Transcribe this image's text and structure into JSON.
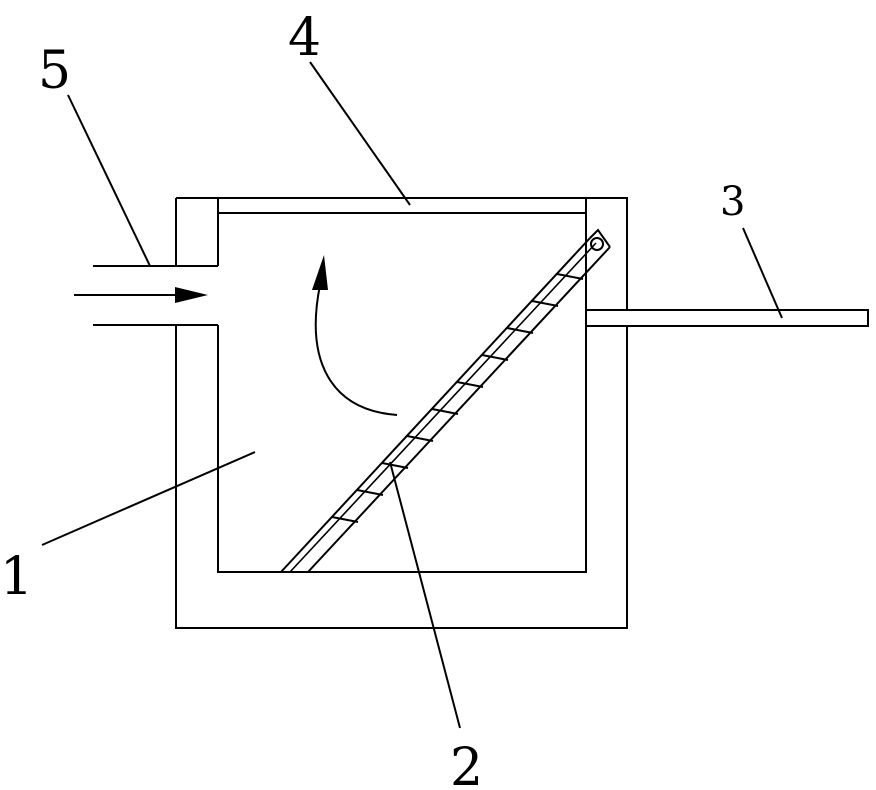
{
  "labels": {
    "housing": "1",
    "plate": "2",
    "rod": "3",
    "top": "4",
    "inlet": "5"
  }
}
